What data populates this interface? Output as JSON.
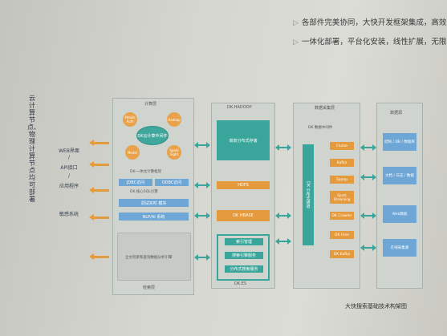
{
  "bullets": [
    "各部件完美协同，大快开发框架集成，高效",
    "一体化部署，平台化安装，线性扩展，无限"
  ],
  "side_text": "云计算节点、物理计算节点均可部署",
  "left_labels": [
    "WEB界面",
    "/",
    "API接口",
    "/",
    "应用程序",
    "敏感系统"
  ],
  "compute": {
    "title": "计算层",
    "hub": "DK云计算中间件",
    "hub_sub": "DK-一体化计算框架",
    "circles": [
      "Mobile Auth",
      "Hadoop",
      "Model",
      "Spark Sight"
    ],
    "rows": [
      "JDBC访问",
      "ODBC访问",
      "DK 核心SQL引擎",
      "调试实时 模块",
      "NLP/AI 系统",
      "全文检索和查询数据分析引擎"
    ],
    "footer": "检索层"
  },
  "hadoop": {
    "title": "DK.HADOOP",
    "core": "高效分布式存储",
    "hdfs": "HDFS",
    "hbase": "DK HBASE",
    "list": [
      "索引管理",
      "搜索引擎服务",
      "分布式搜索服务"
    ],
    "footer": "DK.ES"
  },
  "ingest": {
    "title": "数据采集层",
    "subtitle": "DK 数据中间件",
    "bar": "DK 分布式通道",
    "items": [
      "Flume",
      "Kafka",
      "Sqoop",
      "Spark Streaming",
      "DK Crawler",
      "DK Hive",
      "DK Kafka"
    ]
  },
  "sources": {
    "title": "数据源",
    "items": [
      "结构 / DB / 数据库",
      "文档 / 日志 / 数据",
      "Web数据",
      "在线采集源"
    ]
  },
  "caption": "大快搜索基础技术构架图",
  "colors": {
    "teal": "#3aa59a",
    "orange": "#e59a3d",
    "blue": "#6ea6d6"
  }
}
